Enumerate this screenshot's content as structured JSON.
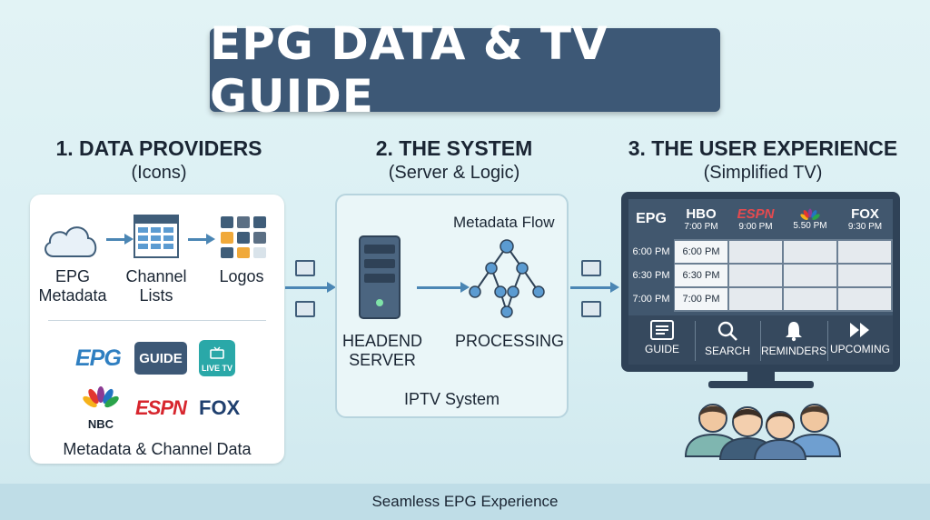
{
  "title": "EPG DATA & TV GUIDE",
  "sections": {
    "providers": {
      "title": "1. DATA PROVIDERS",
      "subtitle": "(Icons)"
    },
    "system": {
      "title": "2. THE SYSTEM",
      "subtitle": "(Server & Logic)"
    },
    "user": {
      "title": "3. THE USER EXPERIENCE",
      "subtitle": "(Simplified TV)"
    }
  },
  "providers": {
    "items": [
      {
        "line1": "EPG",
        "line2": "Metadata",
        "icon": "cloud-icon"
      },
      {
        "line1": "Channel",
        "line2": "Lists",
        "icon": "grid-table-icon"
      },
      {
        "line1": "Logos",
        "line2": "",
        "icon": "tiles-icon"
      }
    ],
    "logos": {
      "epg": "EPG",
      "guide": "GUIDE",
      "livetv": "LIVE TV",
      "nbc": "NBC",
      "espn": "ESPN",
      "fox": "FOX"
    },
    "caption": "Metadata & Channel Data"
  },
  "system": {
    "flow_label": "Metadata Flow",
    "server_line1": "HEADEND",
    "server_line2": "SERVER",
    "processing": "PROCESSING",
    "caption": "IPTV System"
  },
  "tv": {
    "corner": "EPG",
    "channels": [
      {
        "name": "HBO",
        "time": "7:00 PM"
      },
      {
        "name": "ESPN",
        "time": "9:00 PM"
      },
      {
        "name": "NBC",
        "time": "5.50 PM"
      },
      {
        "name": "FOX",
        "time": "9:30 PM"
      }
    ],
    "rows": [
      "6:00 PM",
      "6:30 PM",
      "7:00 PM"
    ],
    "first_col": [
      "6:00 PM",
      "6:30 PM",
      "7:00 PM"
    ],
    "buttons": [
      {
        "label": "GUIDE",
        "icon": "list-icon"
      },
      {
        "label": "SEARCH",
        "icon": "search-icon"
      },
      {
        "label": "REMINDERS",
        "icon": "bell-icon"
      },
      {
        "label": "UPCOMING",
        "icon": "fast-forward-icon"
      }
    ]
  },
  "footer": "Seamless EPG Experience",
  "colors": {
    "banner": "#3d5876",
    "arrow": "#4b86b4",
    "tv": "#2f4257",
    "espn": "#d7262e"
  }
}
